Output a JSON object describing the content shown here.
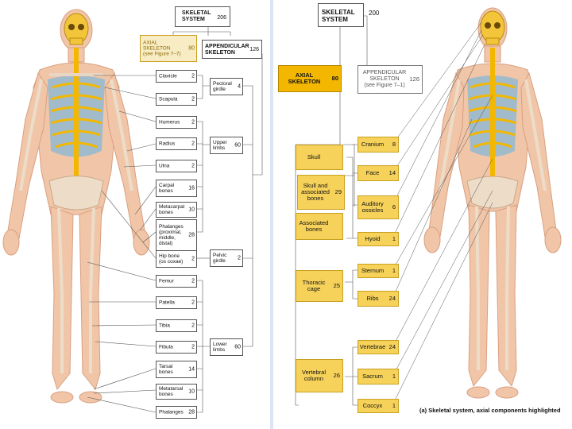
{
  "left": {
    "header": {
      "title": "SKELETAL\nSYSTEM",
      "count": "206"
    },
    "axial": {
      "label": "AXIAL\nSKELETON\n(see Figure 7–7)",
      "count": "80"
    },
    "appendicular": {
      "label": "APPENDICULAR\nSKELETON",
      "count": "126"
    },
    "bones": [
      {
        "label": "Clavicle",
        "count": "2"
      },
      {
        "label": "Scapula",
        "count": "2"
      },
      {
        "label": "Humerus",
        "count": "2"
      },
      {
        "label": "Radius",
        "count": "2"
      },
      {
        "label": "Ulna",
        "count": "2"
      },
      {
        "label": "Carpal\nbones",
        "count": "16"
      },
      {
        "label": "Metacarpal\nbones",
        "count": "10"
      },
      {
        "label": "Phalanges\n(proximal,\nmiddle,\ndistal)",
        "count": "28"
      },
      {
        "label": "Hip bone\n(os coxae)",
        "count": "2"
      },
      {
        "label": "Femur",
        "count": "2"
      },
      {
        "label": "Patella",
        "count": "2"
      },
      {
        "label": "Tibia",
        "count": "2"
      },
      {
        "label": "Fibula",
        "count": "2"
      },
      {
        "label": "Tarsal\nbones",
        "count": "14"
      },
      {
        "label": "Metatarsal\nbones",
        "count": "10"
      },
      {
        "label": "Phalanges",
        "count": "28"
      }
    ],
    "groups": [
      {
        "label": "Pectoral\ngirdle",
        "count": "4"
      },
      {
        "label": "Upper\nlimbs",
        "count": "60"
      },
      {
        "label": "Pelvic\ngirdle",
        "count": "2"
      },
      {
        "label": "Lower\nlimbs",
        "count": "60"
      }
    ]
  },
  "right": {
    "header": {
      "title": "SKELETAL\nSYSTEM",
      "count": "200"
    },
    "axial": {
      "label": "AXIAL\nSKELETON",
      "count": "80"
    },
    "appendicular": {
      "label": "APPENDICULAR\nSKELETON\n(see Figure 7–1)",
      "count": "126"
    },
    "groups": [
      {
        "label": "Skull",
        "count": ""
      },
      {
        "label": "Skull and\nassociated\nbones",
        "count": "29"
      },
      {
        "label": "Associated\nbones",
        "count": ""
      },
      {
        "label": "Thoracic\ncage",
        "count": "25"
      },
      {
        "label": "Vertebral\ncolumn",
        "count": "26"
      }
    ],
    "items": [
      {
        "label": "Cranium",
        "count": "8"
      },
      {
        "label": "Face",
        "count": "14"
      },
      {
        "label": "Auditory\nossicles",
        "count": "6"
      },
      {
        "label": "Hyoid",
        "count": "1"
      },
      {
        "label": "Sternum",
        "count": "1"
      },
      {
        "label": "Ribs",
        "count": "24"
      },
      {
        "label": "Vertebrae",
        "count": "24"
      },
      {
        "label": "Sacrum",
        "count": "1"
      },
      {
        "label": "Coccyx",
        "count": "1"
      }
    ],
    "caption": "(a) Skeletal system, axial components highlighted"
  },
  "colors": {
    "bone": "#f3c53a",
    "skin": "#f1c6a8",
    "skin_dark": "#d99f80",
    "lung_blue": "#7fb6d8",
    "box_yellow": "#f6d25a",
    "box_gold": "#f3b700"
  }
}
